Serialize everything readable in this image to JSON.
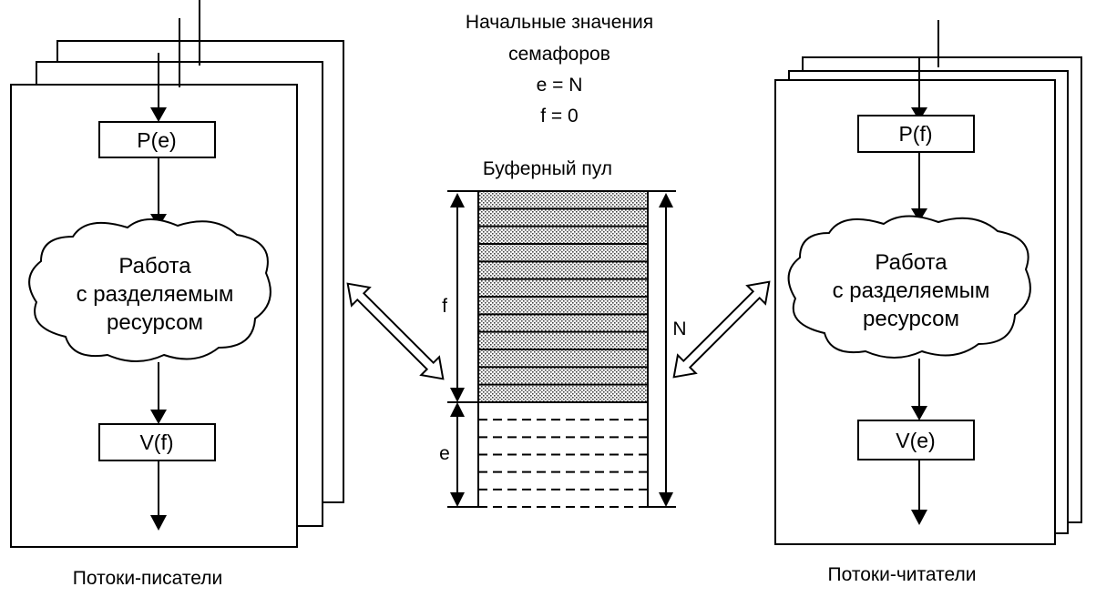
{
  "semaphores": {
    "title_line1": "Начальные значения",
    "title_line2": "семафоров",
    "init_e": "e = N",
    "init_f": "f = 0"
  },
  "writers": {
    "caption": "Потоки-писатели",
    "p_label": "P(e)",
    "work_line1": "Работа",
    "work_line2": "с разделяемым",
    "work_line3": "ресурсом",
    "v_label": "V(f)"
  },
  "readers": {
    "caption": "Потоки-читатели",
    "p_label": "P(f)",
    "work_line1": "Работа",
    "work_line2": "с разделяемым",
    "work_line3": "ресурсом",
    "v_label": "V(e)"
  },
  "buffer_pool": {
    "title": "Буферный пул",
    "f_label": "f",
    "e_label": "e",
    "n_label": "N",
    "filled_slots": 12,
    "empty_slots": 6
  }
}
